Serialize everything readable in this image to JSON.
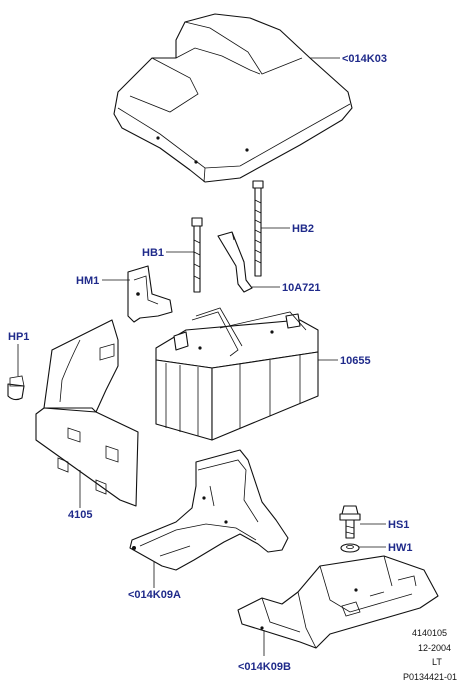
{
  "callouts": {
    "k03": "<014K03",
    "hb2": "HB2",
    "hb1": "HB1",
    "hm1": "HM1",
    "a721": "10A721",
    "hp1": "HP1",
    "b10655": "10655",
    "p4105": "4105",
    "hs1": "HS1",
    "hw1": "HW1",
    "k09a": "<014K09A",
    "k09b": "<014K09B"
  },
  "footer": {
    "code": "4140105",
    "date": "12-2004",
    "lang": "LT",
    "ref": "P0134421-01"
  },
  "colors": {
    "callout": "#1f2a8a",
    "line": "#111111",
    "background": "#ffffff"
  }
}
